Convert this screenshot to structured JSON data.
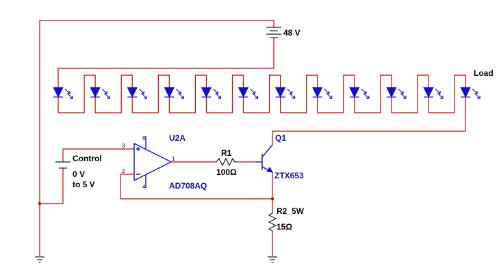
{
  "colors": {
    "wire": "#cc0000",
    "led": "#1010cc",
    "label": "#000000",
    "part_label": "#1010aa"
  },
  "labels": {
    "battery_48v": "48 V",
    "load": "Load",
    "control": "Control",
    "source_range_line1": "0 V",
    "source_range_line2": "to 5 V",
    "opamp_ref": "U2A",
    "opamp_part": "AD708AQ",
    "r1_ref": "R1",
    "r1_value": "100Ω",
    "q1_ref": "Q1",
    "q1_part": "ZTX653",
    "r2_ref": "R2_5W",
    "r2_value": "15Ω"
  },
  "pins": {
    "vplus": "6",
    "vminus": "4",
    "in_plus": "3",
    "in_minus": "2",
    "out": "1"
  },
  "icons": [
    "battery-icon",
    "led-icon",
    "opamp-icon",
    "resistor-icon",
    "npn-transistor-icon",
    "ground-icon"
  ],
  "led_count": 12
}
